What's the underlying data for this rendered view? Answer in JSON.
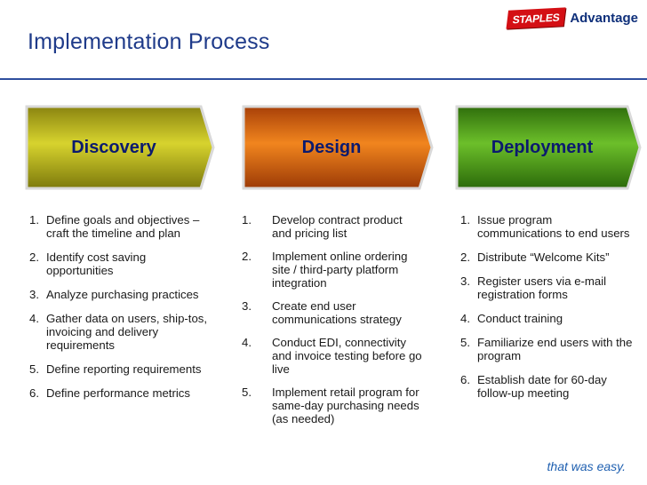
{
  "header": {
    "title": "Implementation Process",
    "logo_brand": "STAPLES",
    "logo_suffix": "Advantage"
  },
  "colors": {
    "title": "#1f3b8a",
    "rule": "#2f4f9e",
    "discovery": "#b8b41a",
    "design": "#e26a12",
    "deployment": "#4e9a1e",
    "logo_red": "#d40f14"
  },
  "phases": [
    {
      "label": "Discovery",
      "steps": [
        {
          "num": "1.",
          "text": "Define goals and objectives – craft the timeline and plan"
        },
        {
          "num": "2.",
          "text": "Identify cost saving opportunities"
        },
        {
          "num": "3.",
          "text": "Analyze purchasing practices"
        },
        {
          "num": "4.",
          "text": "Gather data on users, ship-tos, invoicing and delivery requirements"
        },
        {
          "num": "5.",
          "text": "Define reporting requirements"
        },
        {
          "num": "6.",
          "text": "Define performance metrics"
        }
      ]
    },
    {
      "label": "Design",
      "steps": [
        {
          "num": "1.",
          "text": "Develop contract product and pricing list"
        },
        {
          "num": "2.",
          "text": "Implement online ordering site / third-party platform integration"
        },
        {
          "num": "3.",
          "text": "Create end user communications strategy"
        },
        {
          "num": "4.",
          "text": "Conduct EDI, connectivity and invoice testing before go live"
        },
        {
          "num": "5.",
          "text": "Implement retail program for same-day purchasing needs (as needed)"
        }
      ]
    },
    {
      "label": "Deployment",
      "steps": [
        {
          "num": "1.",
          "text": "Issue program communications to end users"
        },
        {
          "num": "2.",
          "text": "Distribute “Welcome Kits”"
        },
        {
          "num": "3.",
          "text": "Register users via e-mail registration forms"
        },
        {
          "num": "4.",
          "text": "Conduct training"
        },
        {
          "num": "5.",
          "text": "Familiarize end users with the program"
        },
        {
          "num": "6.",
          "text": "Establish date for 60-day follow-up meeting"
        }
      ]
    }
  ],
  "footer": {
    "tagline": "that was easy."
  }
}
